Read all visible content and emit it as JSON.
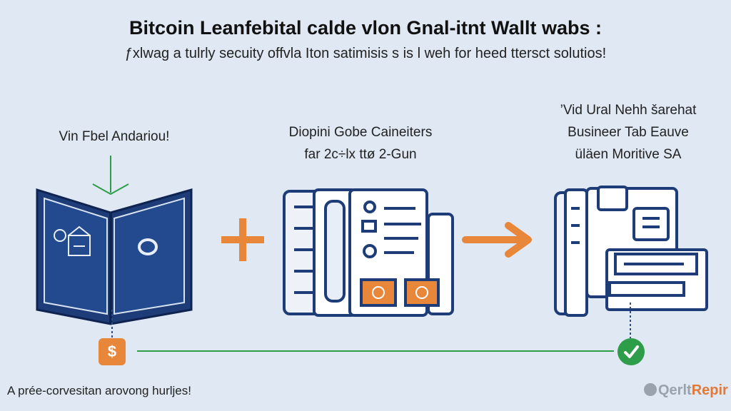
{
  "header": {
    "title": "Bitcoin Leanfebital calde vlon Gnal-itnt Wallt wabs :",
    "subtitle": "ƒxlwag a tulrly secuity offvla Iton satimisis s is l weh for heed ttersct solutios!"
  },
  "steps": {
    "left_label": "Vin Fbel Andariou!",
    "middle_label_line1": "Diopini Gobe Caineiters",
    "middle_label_line2": "far 2c÷lx ttø 2-Gun",
    "right_label_line1": "’Vid Ural Nehh šarehat",
    "right_label_line2": "Busineer Tab Eauve",
    "right_label_line3": "üläen Moritive SA"
  },
  "footer": {
    "text": "A prée-corvesitan arovong hurljes!",
    "brand_prefix": "Qerlt",
    "brand_suffix": "Repir"
  },
  "icons": {
    "left": "wallet-icon",
    "plus": "plus-icon",
    "middle": "documents-icon",
    "arrow": "arrow-right-icon",
    "right": "folder-card-icon",
    "dollar": "dollar-badge-icon",
    "check": "check-badge-icon"
  },
  "badges": {
    "dollar_symbol": "$"
  },
  "colors": {
    "navy": "#1e3d78",
    "orange": "#e8863a",
    "green": "#2e9d4a",
    "background": "#dfe8f3"
  }
}
